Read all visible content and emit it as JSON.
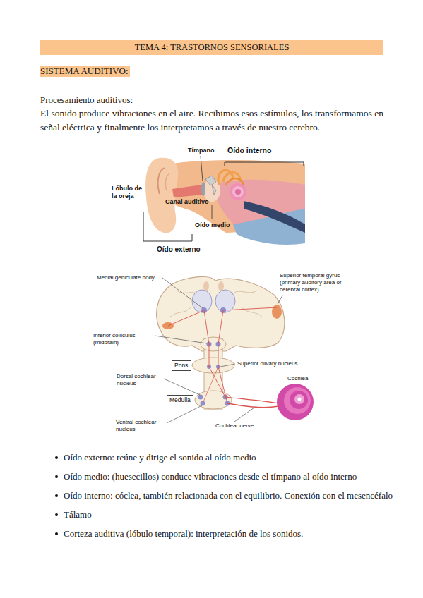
{
  "diagram": {
    "title": "TEMA 4: TRASTORNOS SENSORIALES",
    "nodes": [
      {
        "text": [
          "Pons"
        ]
      },
      {
        "text": [
          "Medulla"
        ]
      }
    ],
    "labels": [
      "SISTEMA AUDITIVO:",
      "Procesamiento auditivos:",
      "El sonido produce vibraciones en el aire. Recibimos esos estímulos, los transformamos en señal eléctrica y finalmente los interpretamos a través de nuestro cerebro.",
      "Tímpano",
      "Oído interno",
      "Lóbulo de la oreja",
      "Canal auditivo",
      "Oído medio",
      "Oído externo",
      "Medial geniculate body",
      "Superior temporal gyrus (primary auditory area of cerebral cortex)",
      "Inferior colliculus – (midbrain)",
      "Superior olivary nucleus",
      "Dorsal cochlear nucleus",
      "Ventral cochlear nucleus",
      "Cochlear nerve",
      "Cochlea",
      "Oído externo: reúne y dirige el sonido al oído medio",
      "Oído medio: (huesecillos) conduce vibraciones desde el tímpano al oído interno",
      "Oído interno: cóclea, también relacionada con el equilibrio. Conexión con el mesencéfalo",
      "Tálamo",
      "Corteza auditiva (lóbulo temporal): interpretación de los sonidos."
    ]
  }
}
